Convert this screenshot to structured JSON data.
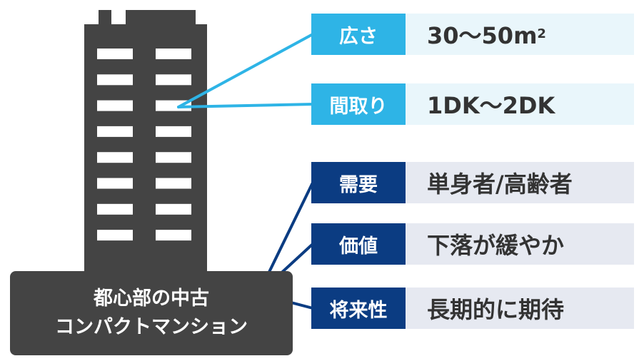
{
  "building": {
    "line1": "都心部の中古",
    "line2": "コンパクトマンション"
  },
  "rows": [
    {
      "tag": "広さ",
      "value": "30〜50m",
      "value_sup": "2"
    },
    {
      "tag": "間取り",
      "value": "1DK〜2DK"
    },
    {
      "tag": "需要",
      "value": "単身者/高齢者"
    },
    {
      "tag": "価値",
      "value": "下落が緩やか"
    },
    {
      "tag": "将来性",
      "value": "長期的に期待"
    }
  ],
  "colors": {
    "building": "#444444",
    "window": "#ffffff",
    "accent_light": "#2eb4e6",
    "accent_dark": "#0b3c82"
  }
}
